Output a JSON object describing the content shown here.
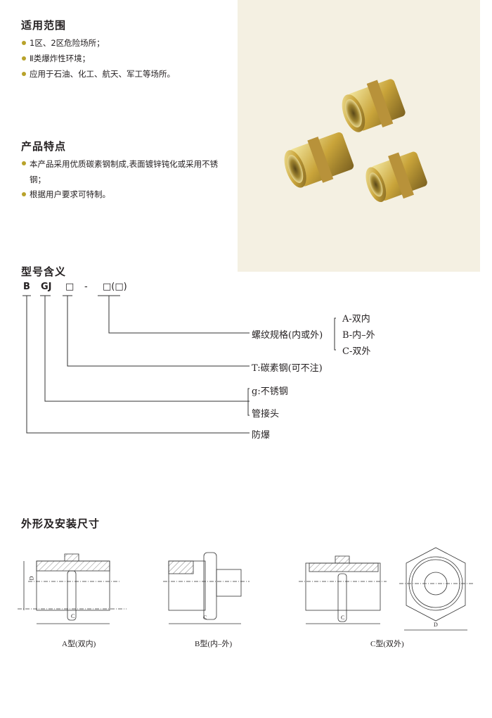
{
  "section_scope": {
    "title": "适用范围",
    "items": [
      "1区、2区危险场所；",
      "Ⅱ类爆炸性环境；",
      "应用于石油、化工、航天、军工等场所。"
    ]
  },
  "section_features": {
    "title": "产品特点",
    "items": [
      "本产品采用优质碳素钢制成,表面镀锌钝化或采用不锈钢；",
      "根据用户要求可特制。"
    ]
  },
  "section_model": {
    "title": "型号含义",
    "code": {
      "p1": "B",
      "p2": "GJ",
      "p3": "□",
      "sep": "-",
      "p4": "□(□)"
    },
    "labels": {
      "thread": "螺纹规格(内或外)",
      "material": "T:碳素钢(可不注)",
      "stainless": "g:不锈钢",
      "pipe": "管接头",
      "explosion": "防爆"
    },
    "thread_options": [
      "A-双内",
      "B-内–外",
      "C-双外"
    ]
  },
  "section_dims": {
    "title": "外形及安装尺寸",
    "dim_c": "C",
    "dim_d": "D",
    "captions": [
      "A型(双内)",
      "B型(内–外)",
      "C型(双外)"
    ]
  },
  "colors": {
    "photo_bg": "#f4f0e2",
    "bullet": "#b8a22a",
    "brass": "#c9a43a"
  }
}
